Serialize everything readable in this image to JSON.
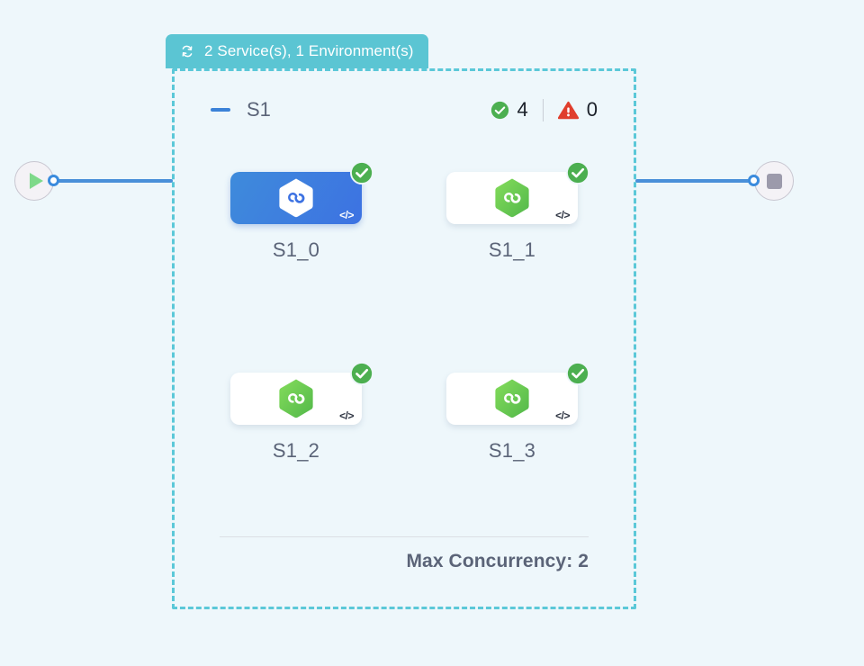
{
  "canvas": {
    "background_color": "#EEF7FB"
  },
  "start_node": {
    "name": "start",
    "icon": "play-icon",
    "icon_color": "#7ED98A"
  },
  "end_node": {
    "name": "end",
    "icon": "stop-icon",
    "icon_color": "#9C9AAB"
  },
  "edge_color": "#4A90D9",
  "port_color": "#3B8BDD",
  "group": {
    "header": {
      "icon": "loop-icon",
      "title": "2 Service(s), 1 Environment(s)",
      "background_color": "#5BC5D3",
      "text_color": "#FFFFFF"
    },
    "border_color": "#5BC8D8",
    "subgroup": {
      "collapse_icon": "minus-icon",
      "label": "S1",
      "status": {
        "ok_icon": "check-circle-icon",
        "ok_count": "4",
        "ok_color": "#4CAF50",
        "warn_icon": "warning-triangle-icon",
        "warn_count": "0",
        "warn_color": "#E03E2D"
      }
    },
    "nodes": [
      {
        "label": "S1_0",
        "state": "selected",
        "logo_icon": "hexagon-infinity-icon",
        "code_glyph": "</>",
        "status_icon": "check-circle-icon"
      },
      {
        "label": "S1_1",
        "state": "default",
        "logo_icon": "hexagon-infinity-icon",
        "code_glyph": "</>",
        "status_icon": "check-circle-icon"
      },
      {
        "label": "S1_2",
        "state": "default",
        "logo_icon": "hexagon-infinity-icon",
        "code_glyph": "</>",
        "status_icon": "check-circle-icon"
      },
      {
        "label": "S1_3",
        "state": "default",
        "logo_icon": "hexagon-infinity-icon",
        "code_glyph": "</>",
        "status_icon": "check-circle-icon"
      }
    ],
    "footer": {
      "text": "Max Concurrency: 2"
    }
  }
}
